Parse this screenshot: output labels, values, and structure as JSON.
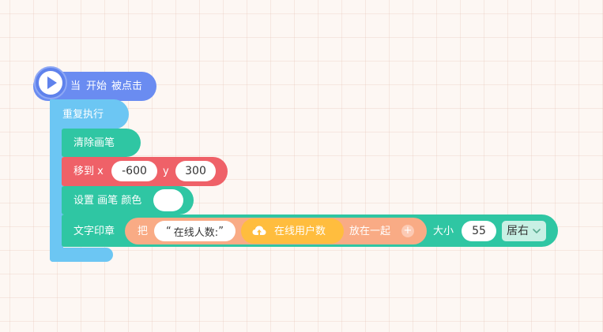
{
  "hat": {
    "when": "当",
    "start": "开始",
    "clicked": "被点击",
    "icon": "play-icon"
  },
  "repeat": {
    "label": "重复执行"
  },
  "clear": {
    "label": "清除画笔"
  },
  "move": {
    "label": "移到 x",
    "x_value": "-600",
    "y_label": "y",
    "y_value": "300"
  },
  "pen_color": {
    "label": "设置 画笔 颜色",
    "color": "#ffffff"
  },
  "print": {
    "label": "文字印章",
    "join_label": "把",
    "text_value": "在线人数:",
    "open_quote": "“",
    "close_quote": "”",
    "sensor_label": "在线用户数",
    "sensor_icon": "cloud-upload-icon",
    "together_label": "放在一起",
    "plus": "+",
    "size_label": "大小",
    "size_value": "55",
    "align_value": "居右"
  },
  "colors": {
    "event": "#6a8cf1",
    "control": "#6cc6f3",
    "pen": "#2fc6a3",
    "motion": "#ef6168",
    "operator": "#f9ab85",
    "sensor": "#ffbd3e"
  }
}
